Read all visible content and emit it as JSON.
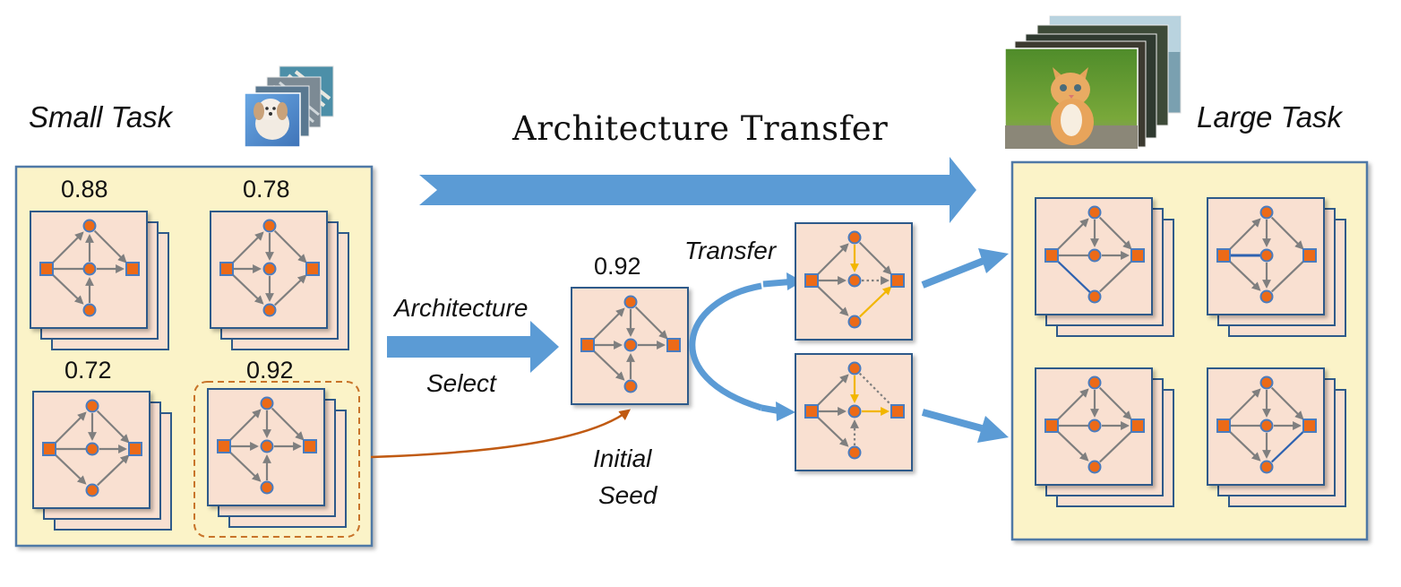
{
  "labels": {
    "small_task": "Small Task",
    "large_task": "Large Task",
    "title": "Architecture Transfer",
    "architecture": "Architecture",
    "select": "Select",
    "transfer": "Transfer",
    "initial": "Initial",
    "seed": "Seed"
  },
  "scores": {
    "candidate_1": "0.88",
    "candidate_2": "0.78",
    "candidate_3": "0.72",
    "candidate_4": "0.92",
    "selected": "0.92"
  },
  "colors": {
    "panel_fill": "#fbf3c8",
    "panel_border": "#4f79a6",
    "card_fill": "#f9e0d1",
    "node_fill": "#ec6a17",
    "node_stroke": "#4a7cbf",
    "edge": "#7f7f7f",
    "mutated_edge": "#f2b600",
    "transferred_edge": "#2e62b0",
    "arrow": "#5b9bd5",
    "seed_curve": "#c05a12",
    "selection_dash": "#c8742a"
  },
  "icons": [
    "small-images-stack-icon",
    "large-images-stack-icon",
    "cat-photo-icon",
    "dog-photo-icon"
  ]
}
